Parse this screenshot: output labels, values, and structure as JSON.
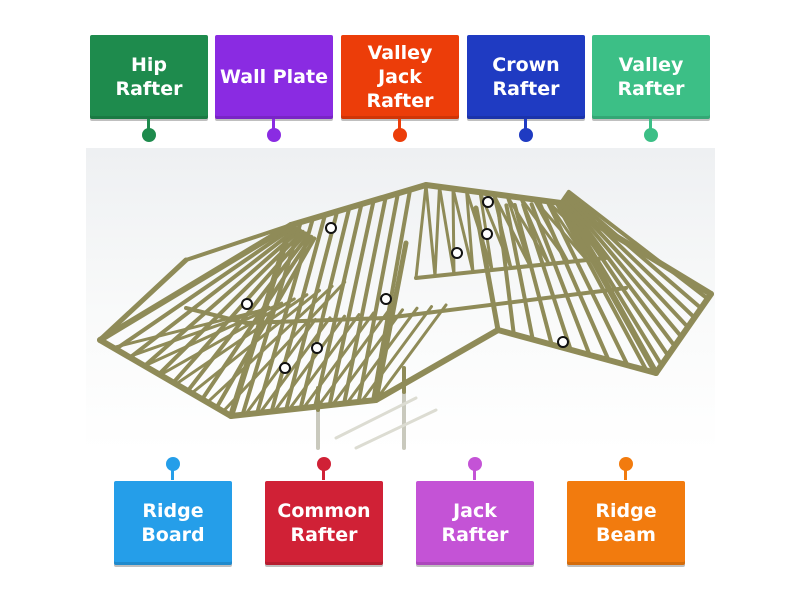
{
  "labels_top": [
    {
      "text": "Hip\nRafter",
      "color": "#1e8b4d",
      "pin_color": "#1e8b4d"
    },
    {
      "text": "Wall Plate",
      "color": "#8a2be2",
      "pin_color": "#8a2be2"
    },
    {
      "text": "Valley\nJack\nRafter",
      "color": "#ec3d09",
      "pin_color": "#ec3d09"
    },
    {
      "text": "Crown\nRafter",
      "color": "#1f3bc2",
      "pin_color": "#1f3bc2"
    },
    {
      "text": "Valley\nRafter",
      "color": "#3cbf86",
      "pin_color": "#3cbf86"
    }
  ],
  "labels_bottom": [
    {
      "text": "Ridge\nBoard",
      "color": "#259ee9",
      "pin_color": "#259ee9"
    },
    {
      "text": "Common\nRafter",
      "color": "#d02136",
      "pin_color": "#d02136"
    },
    {
      "text": "Jack\nRafter",
      "color": "#c453d6",
      "pin_color": "#c453d6"
    },
    {
      "text": "Ridge\nBeam",
      "color": "#f27b0e",
      "pin_color": "#f27b0e"
    }
  ],
  "diagram": {
    "image": "roof-truss-frame",
    "timber_color": "#8f8b58"
  }
}
